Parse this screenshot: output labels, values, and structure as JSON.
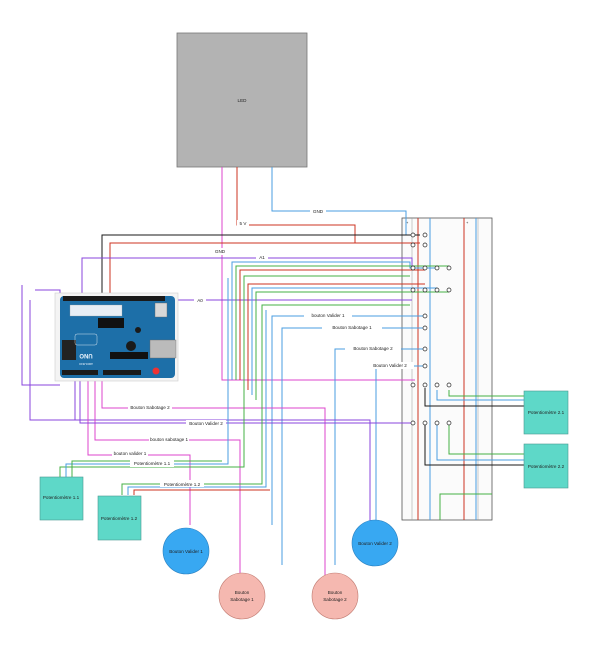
{
  "led": {
    "label": "LED"
  },
  "arduino": {
    "logo": "UNO",
    "brand": "ARDUINO"
  },
  "rail_labels": {
    "v5": "5 V",
    "gnd_top": "GND",
    "gnd_mid": "GND",
    "a1": "A1",
    "a0": "A0"
  },
  "wire_labels": {
    "bouton_valider_1": "bouton Valider 1",
    "bouton_sabotage_1_top": "Bouton Sabotage 1",
    "bouton_sabotage_2_top": "Bouton Sabotage 2",
    "bouton_valider_2_top": "Bouton Valider 2",
    "bouton_sabotage_2_left": "Bouton Sabotage 2",
    "bouton_valider_2_left": "Bouton Valider 2",
    "bouton_sabotage_1_left": "bouton sabotage 1",
    "bouton_valider_1_left": "bouton valider 1",
    "pot_11_wire": "Potentiomètre 1.1",
    "pot_12_wire": "Potentiomètre 1.2"
  },
  "components": {
    "pot_11": "Potentiomètre 1.1",
    "pot_12": "Potentiomètre 1.2",
    "pot_21": "Potentiomètre 2.1",
    "pot_22": "Potentiomètre 2.2",
    "btn_valider_1": "Bouton Valider 1",
    "btn_valider_2": "Bouton Valider 2",
    "btn_sabotage_1_l1": "Bouton",
    "btn_sabotage_1_l2": "Sabotage 1",
    "btn_sabotage_2_l1": "Bouton",
    "btn_sabotage_2_l2": "Sabotage 2"
  },
  "colors": {
    "led_fill": "#b3b3b3",
    "pot_fill": "#5ed8c8",
    "valider_fill": "#38a8f2",
    "sabotage_fill": "#f5b8b0",
    "wire_red": "#cc3322",
    "wire_black": "#1a1a1a",
    "wire_blue": "#4a9ee0",
    "wire_green": "#44b044",
    "wire_purple": "#8844dd",
    "wire_magenta": "#dd44cc",
    "board_blue": "#1d6fa8"
  }
}
